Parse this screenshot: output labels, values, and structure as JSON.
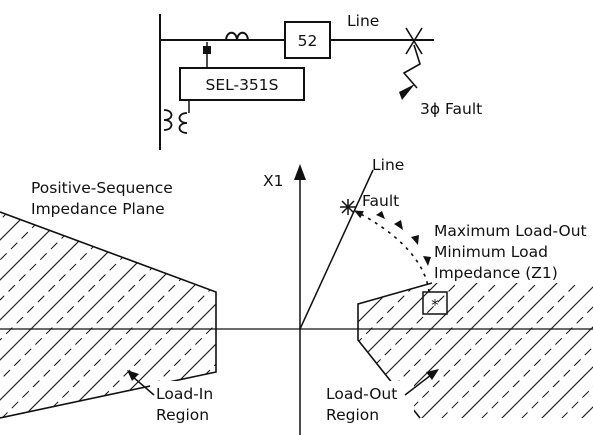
{
  "single_line": {
    "breaker_label": "52",
    "line_label": "Line",
    "relay_label": "SEL-351S",
    "fault_label": "3ϕ Fault"
  },
  "plane": {
    "title_line1": "Positive-Sequence",
    "title_line2": "Impedance Plane",
    "axis_x1": "X1",
    "line_label": "Line",
    "fault_label": "Fault",
    "max_load_line1": "Maximum Load-Out",
    "max_load_line2": "Minimum Load",
    "max_load_line3": "Impedance (Z1)",
    "star_marker": "*",
    "load_in_line1": "Load-In",
    "load_in_line2": "Region",
    "load_out_line1": "Load-Out",
    "load_out_line2": "Region"
  }
}
